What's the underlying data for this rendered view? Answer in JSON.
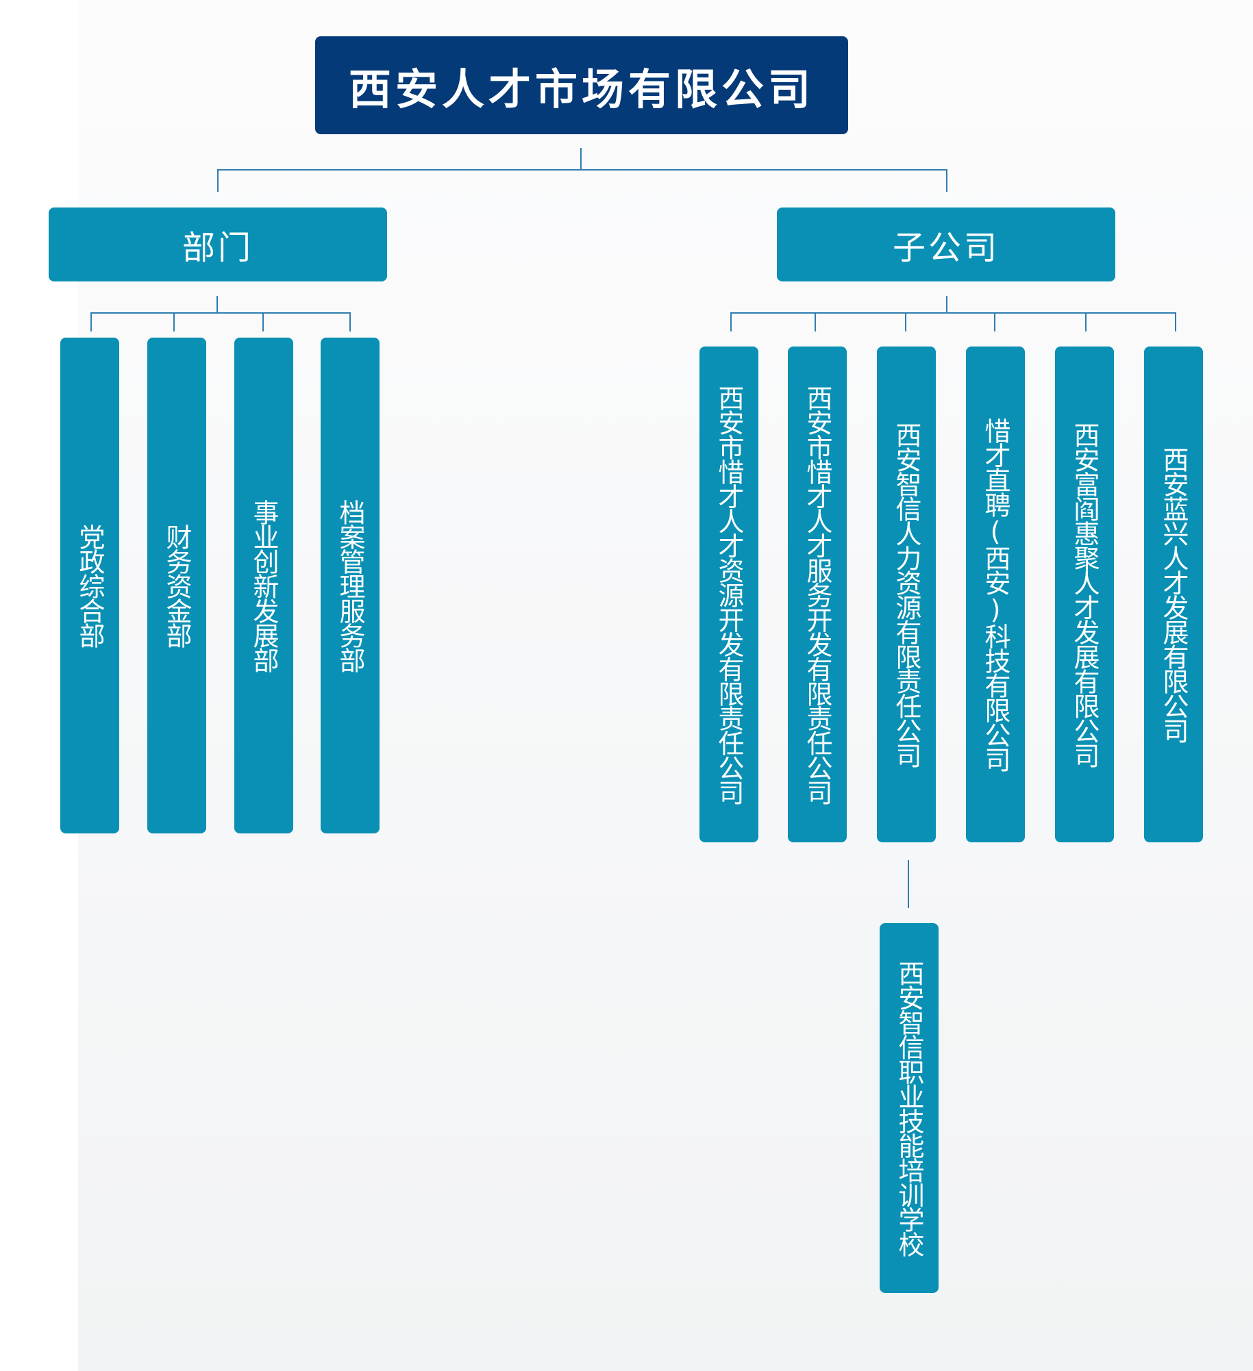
{
  "colors": {
    "root_fill": "#053a79",
    "node_fill": "#0a90b4",
    "connector": "#2f7db0",
    "text": "#ffffff"
  },
  "org_chart": {
    "root": "西安人才市场有限公司",
    "departments": {
      "label": "部门",
      "items": [
        "党政综合部",
        "财务资金部",
        "事业创新发展部",
        "档案管理服务部"
      ]
    },
    "subsidiaries": {
      "label": "子公司",
      "items": [
        "西安市惜才人才资源开发有限责任公司",
        "西安市惜才人才服务开发有限责任公司",
        "西安智信人力资源有限责任公司",
        "惜才直聘(西安)科技有限公司",
        "西安富阎惠聚人才发展有限公司",
        "西安蓝兴人才发展有限公司"
      ],
      "child_of_zhixin": "西安智信职业技能培训学校"
    }
  }
}
